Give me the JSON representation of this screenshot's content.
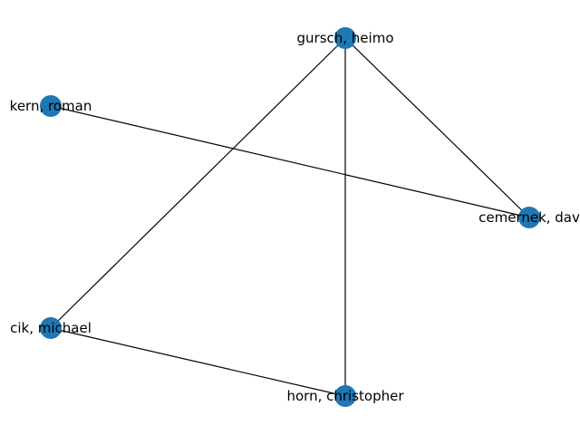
{
  "graph": {
    "node_color": "#1f77b4",
    "edge_color": "#000000",
    "nodes": [
      {
        "id": "gursch",
        "label": "gursch, heimo"
      },
      {
        "id": "kern",
        "label": "kern, roman"
      },
      {
        "id": "cemernek",
        "label": "cemernek, dav"
      },
      {
        "id": "cik",
        "label": "cik, michael"
      },
      {
        "id": "horn",
        "label": "horn, christopher"
      }
    ],
    "edges": [
      {
        "source": "gursch",
        "target": "cik"
      },
      {
        "source": "gursch",
        "target": "horn"
      },
      {
        "source": "gursch",
        "target": "cemernek"
      },
      {
        "source": "kern",
        "target": "cemernek"
      },
      {
        "source": "cik",
        "target": "horn"
      }
    ]
  }
}
